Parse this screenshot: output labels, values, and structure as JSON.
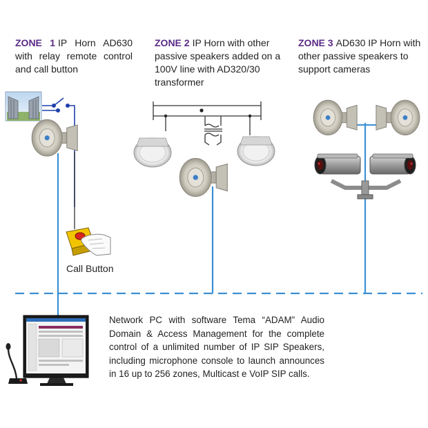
{
  "zones": [
    {
      "head": "ZONE 1",
      "text": "IP Horn AD630 with relay remote control and call button"
    },
    {
      "head": "ZONE 2",
      "text": "IP Horn with other passive speakers added on a 100V line with AD320/30 transformer"
    },
    {
      "head": "ZONE  3",
      "text": "AD630 IP Horn with other passive speakers to support cameras"
    }
  ],
  "call_button_label": "Call Button",
  "pc_description": "Network PC with software Tema “ADAM” Audio Domain & Access Management for the complete control of a unlimited number of IP SIP Speakers, including microphone console to launch announces in 16 up to 256 zones, Multicast e VoIP SIP calls.",
  "colors": {
    "network_line": "#3a8fd4",
    "zone_head": "#5a2a86",
    "relay_wire": "#1f3fae"
  }
}
